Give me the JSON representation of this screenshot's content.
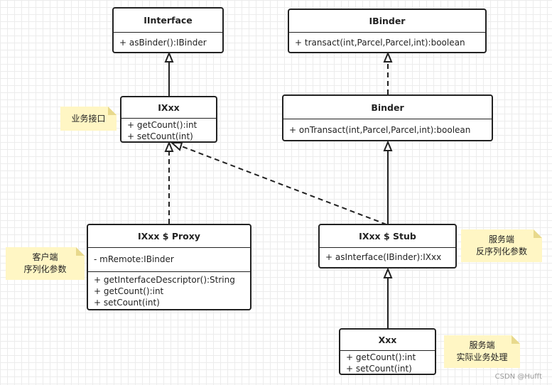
{
  "classes": {
    "iinterface": {
      "name": "IInterface",
      "methods": [
        "+ asBinder():IBinder"
      ]
    },
    "ibinder": {
      "name": "IBinder",
      "methods": [
        "+ transact(int,Parcel,Parcel,int):boolean"
      ]
    },
    "ixxx": {
      "name": "IXxx",
      "methods": [
        "+ getCount():int",
        "+ setCount(int)"
      ]
    },
    "binder": {
      "name": "Binder",
      "methods": [
        "+ onTransact(int,Parcel,Parcel,int):boolean"
      ]
    },
    "proxy": {
      "name": "IXxx $ Proxy",
      "fields": [
        "- mRemote:IBinder"
      ],
      "methods": [
        "+ getInterfaceDescriptor():String",
        "+ getCount():int",
        "+ setCount(int)"
      ]
    },
    "stub": {
      "name": "IXxx $ Stub",
      "methods": [
        "+ asInterface(IBinder):IXxx"
      ]
    },
    "xxx": {
      "name": "Xxx",
      "methods": [
        "+ getCount():int",
        "+ setCount(int)"
      ]
    }
  },
  "notes": {
    "business_interface": [
      "业务接口"
    ],
    "client": [
      "客户端",
      "序列化参数"
    ],
    "server_deserialize": [
      "服务端",
      "反序列化参数"
    ],
    "server_logic": [
      "服务端",
      "实际业务处理"
    ]
  },
  "watermark": "CSDN @Hufft"
}
